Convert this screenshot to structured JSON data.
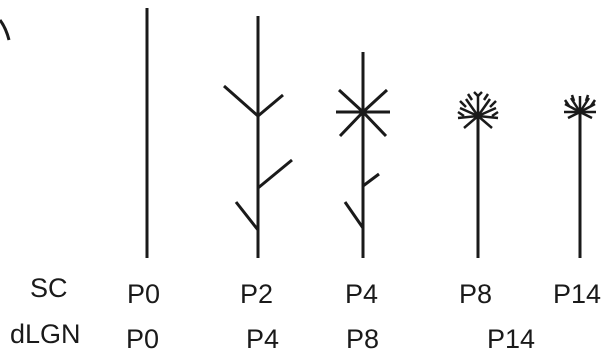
{
  "row_labels": {
    "sc": "SC",
    "dlgn": "dLGN"
  },
  "sc_ages": [
    "P0",
    "P2",
    "P4",
    "P8",
    "P14"
  ],
  "dlgn_ages": [
    "P0",
    "P4",
    "P8",
    "P14"
  ],
  "colors": {
    "ink": "#1a1a1a",
    "background": "#ffffff"
  }
}
